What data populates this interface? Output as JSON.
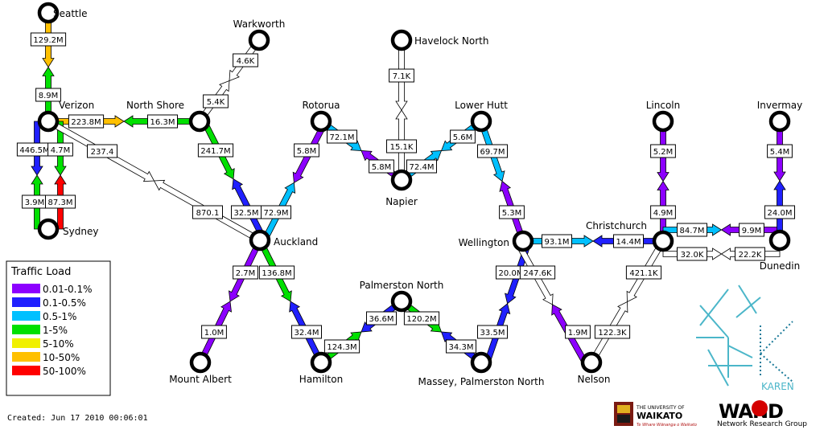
{
  "legend": {
    "title": "Traffic Load",
    "items": [
      {
        "label": "0.01-0.1%",
        "color": "#8c00ff"
      },
      {
        "label": "0.1-0.5%",
        "color": "#2020ff"
      },
      {
        "label": "0.5-1%",
        "color": "#00c0ff"
      },
      {
        "label": "1-5%",
        "color": "#00e000"
      },
      {
        "label": "5-10%",
        "color": "#f0f000"
      },
      {
        "label": "10-50%",
        "color": "#ffc000"
      },
      {
        "label": "50-100%",
        "color": "#ff0000"
      }
    ]
  },
  "created": "Created: Jun 17 2010 00:06:01",
  "nodes": [
    {
      "id": "seattle",
      "label": "Seattle"
    },
    {
      "id": "verizon",
      "label": "Verizon"
    },
    {
      "id": "sydney",
      "label": "Sydney"
    },
    {
      "id": "northshore",
      "label": "North Shore"
    },
    {
      "id": "warkworth",
      "label": "Warkworth"
    },
    {
      "id": "auckland",
      "label": "Auckland"
    },
    {
      "id": "rotorua",
      "label": "Rotorua"
    },
    {
      "id": "havelock",
      "label": "Havelock North"
    },
    {
      "id": "napier",
      "label": "Napier"
    },
    {
      "id": "lowerhutt",
      "label": "Lower Hutt"
    },
    {
      "id": "wellington",
      "label": "Wellington"
    },
    {
      "id": "christchurch",
      "label": "Christchurch"
    },
    {
      "id": "lincoln",
      "label": "Lincoln"
    },
    {
      "id": "invermay",
      "label": "Invermay"
    },
    {
      "id": "dunedin",
      "label": "Dunedin"
    },
    {
      "id": "mtalbert",
      "label": "Mount Albert"
    },
    {
      "id": "hamilton",
      "label": "Hamilton"
    },
    {
      "id": "palmnorth",
      "label": "Palmerston North"
    },
    {
      "id": "massey",
      "label": "Massey, Palmerston North"
    },
    {
      "id": "nelson",
      "label": "Nelson"
    }
  ],
  "links": [
    {
      "from": "verizon",
      "to": "seattle",
      "fwd_color": "#00e000",
      "rev_color": "#ffc000",
      "fwd": "8.9M",
      "rev": "129.2M"
    },
    {
      "from": "verizon",
      "to": "northshore",
      "fwd_color": "#ffc000",
      "rev_color": "#00e000",
      "fwd": "223.8M",
      "rev": "16.3M"
    },
    {
      "from": "verizon",
      "to": "sydney",
      "fwd_color": "#2020ff",
      "rev_color": "#00e000",
      "fwd": "446.5M",
      "rev": "3.9M"
    },
    {
      "from": "verizon",
      "to": "sydney",
      "fwd_color": "#00e000",
      "rev_color": "#ff0000",
      "fwd": "4.7M",
      "rev": "87.3M"
    },
    {
      "from": "verizon",
      "to": "auckland",
      "fwd_color": "#ffffff",
      "rev_color": "#ffffff",
      "fwd": "237.4",
      "rev": "870.1"
    },
    {
      "from": "northshore",
      "to": "warkworth",
      "fwd_color": "#ffffff",
      "rev_color": "#ffffff",
      "fwd": "5.4K",
      "rev": "4.6K"
    },
    {
      "from": "northshore",
      "to": "auckland",
      "fwd_color": "#00e000",
      "rev_color": "#2020ff",
      "fwd": "241.7M",
      "rev": "32.5M"
    },
    {
      "from": "auckland",
      "to": "rotorua",
      "fwd_color": "#00c0ff",
      "rev_color": "#8c00ff",
      "fwd": "72.9M",
      "rev": "5.8M"
    },
    {
      "from": "rotorua",
      "to": "napier",
      "fwd_color": "#00c0ff",
      "rev_color": "#8c00ff",
      "fwd": "72.1M",
      "rev": "5.8M"
    },
    {
      "from": "napier",
      "to": "havelock",
      "fwd_color": "#ffffff",
      "rev_color": "#ffffff",
      "fwd": "15.1K",
      "rev": "7.1K"
    },
    {
      "from": "napier",
      "to": "lowerhutt",
      "fwd_color": "#00c0ff",
      "rev_color": "#00c0ff",
      "fwd": "72.4M",
      "rev": "5.6M"
    },
    {
      "from": "lowerhutt",
      "to": "wellington",
      "fwd_color": "#00c0ff",
      "rev_color": "#8c00ff",
      "fwd": "69.7M",
      "rev": "5.3M"
    },
    {
      "from": "wellington",
      "to": "christchurch",
      "fwd_color": "#00c0ff",
      "rev_color": "#2020ff",
      "fwd": "93.1M",
      "rev": "14.4M"
    },
    {
      "from": "christchurch",
      "to": "lincoln",
      "fwd_color": "#8c00ff",
      "rev_color": "#8c00ff",
      "fwd": "4.9M",
      "rev": "5.2M"
    },
    {
      "from": "christchurch",
      "to": "dunedin",
      "fwd_color": "#00c0ff",
      "rev_color": "#8c00ff",
      "fwd": "84.7M",
      "rev": "9.9M"
    },
    {
      "from": "christchurch",
      "to": "dunedin",
      "fwd_color": "#ffffff",
      "rev_color": "#ffffff",
      "fwd": "32.0K",
      "rev": "22.2K"
    },
    {
      "from": "dunedin",
      "to": "invermay",
      "fwd_color": "#2020ff",
      "rev_color": "#8c00ff",
      "fwd": "24.0M",
      "rev": "5.4M"
    },
    {
      "from": "auckland",
      "to": "mtalbert",
      "fwd_color": "#8c00ff",
      "rev_color": "#8c00ff",
      "fwd": "2.7M",
      "rev": "1.0M"
    },
    {
      "from": "auckland",
      "to": "hamilton",
      "fwd_color": "#00e000",
      "rev_color": "#2020ff",
      "fwd": "136.8M",
      "rev": "32.4M"
    },
    {
      "from": "hamilton",
      "to": "palmnorth",
      "fwd_color": "#00e000",
      "rev_color": "#2020ff",
      "fwd": "124.3M",
      "rev": "36.6M"
    },
    {
      "from": "palmnorth",
      "to": "massey",
      "fwd_color": "#00e000",
      "rev_color": "#2020ff",
      "fwd": "120.2M",
      "rev": "34.3M"
    },
    {
      "from": "wellington",
      "to": "massey",
      "fwd_color": "#2020ff",
      "rev_color": "#2020ff",
      "fwd": "20.0M",
      "rev": "33.5M"
    },
    {
      "from": "wellington",
      "to": "nelson",
      "fwd_color": "#ffffff",
      "rev_color": "#8c00ff",
      "fwd": "247.6K",
      "rev": "1.9M"
    },
    {
      "from": "christchurch",
      "to": "nelson",
      "fwd_color": "#ffffff",
      "rev_color": "#ffffff",
      "fwd": "421.1K",
      "rev": "122.3K"
    }
  ],
  "logos": {
    "karen": "KAREN",
    "waikato_line1": "THE UNIVERSITY OF",
    "waikato_line2": "WAIKATO",
    "waikato_line3": "Te Whare Wānanga o Waikato",
    "wand": "WAND",
    "wand_sub": "Network Research Group"
  }
}
